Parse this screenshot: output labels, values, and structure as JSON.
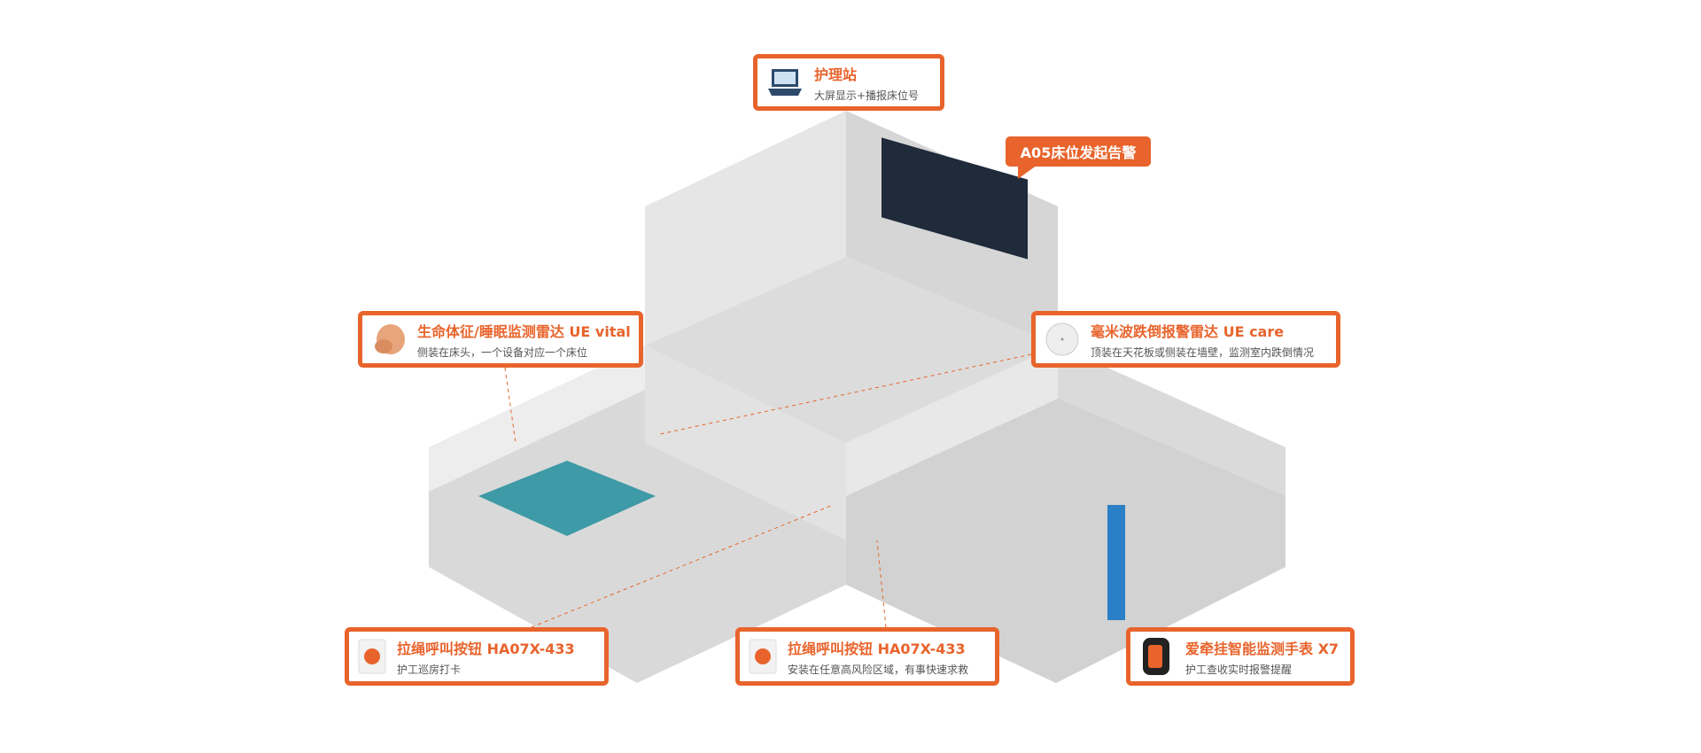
{
  "colors": {
    "accent": "#e8642c"
  },
  "nurse_station": {
    "title": "护理站",
    "subtitle": "大屏显示+播报床位号",
    "icon": "laptop-icon"
  },
  "alert": {
    "text": "A05床位发起告警"
  },
  "vital_radar": {
    "title": "生命体征/睡眠监测雷达 UE vital",
    "subtitle": "侧装在床头，一个设备对应一个床位",
    "icon": "radar-sensor-icon"
  },
  "care_radar": {
    "title": "毫米波跌倒报警雷达 UE care",
    "subtitle": "顶装在天花板或侧装在墙壁，监测室内跌倒情况",
    "icon": "ceiling-radar-icon"
  },
  "pull_button_1": {
    "title": "拉绳呼叫按钮 HA07X-433",
    "subtitle": "护工巡房打卡",
    "icon": "call-button-icon"
  },
  "pull_button_2": {
    "title": "拉绳呼叫按钮 HA07X-433",
    "subtitle": "安装在任意高风险区域，有事快速求救",
    "icon": "call-button-icon"
  },
  "watch": {
    "title": "爱牵挂智能监测手表 X7",
    "subtitle": "护工查收实时报警提醒",
    "icon": "smartwatch-icon"
  }
}
